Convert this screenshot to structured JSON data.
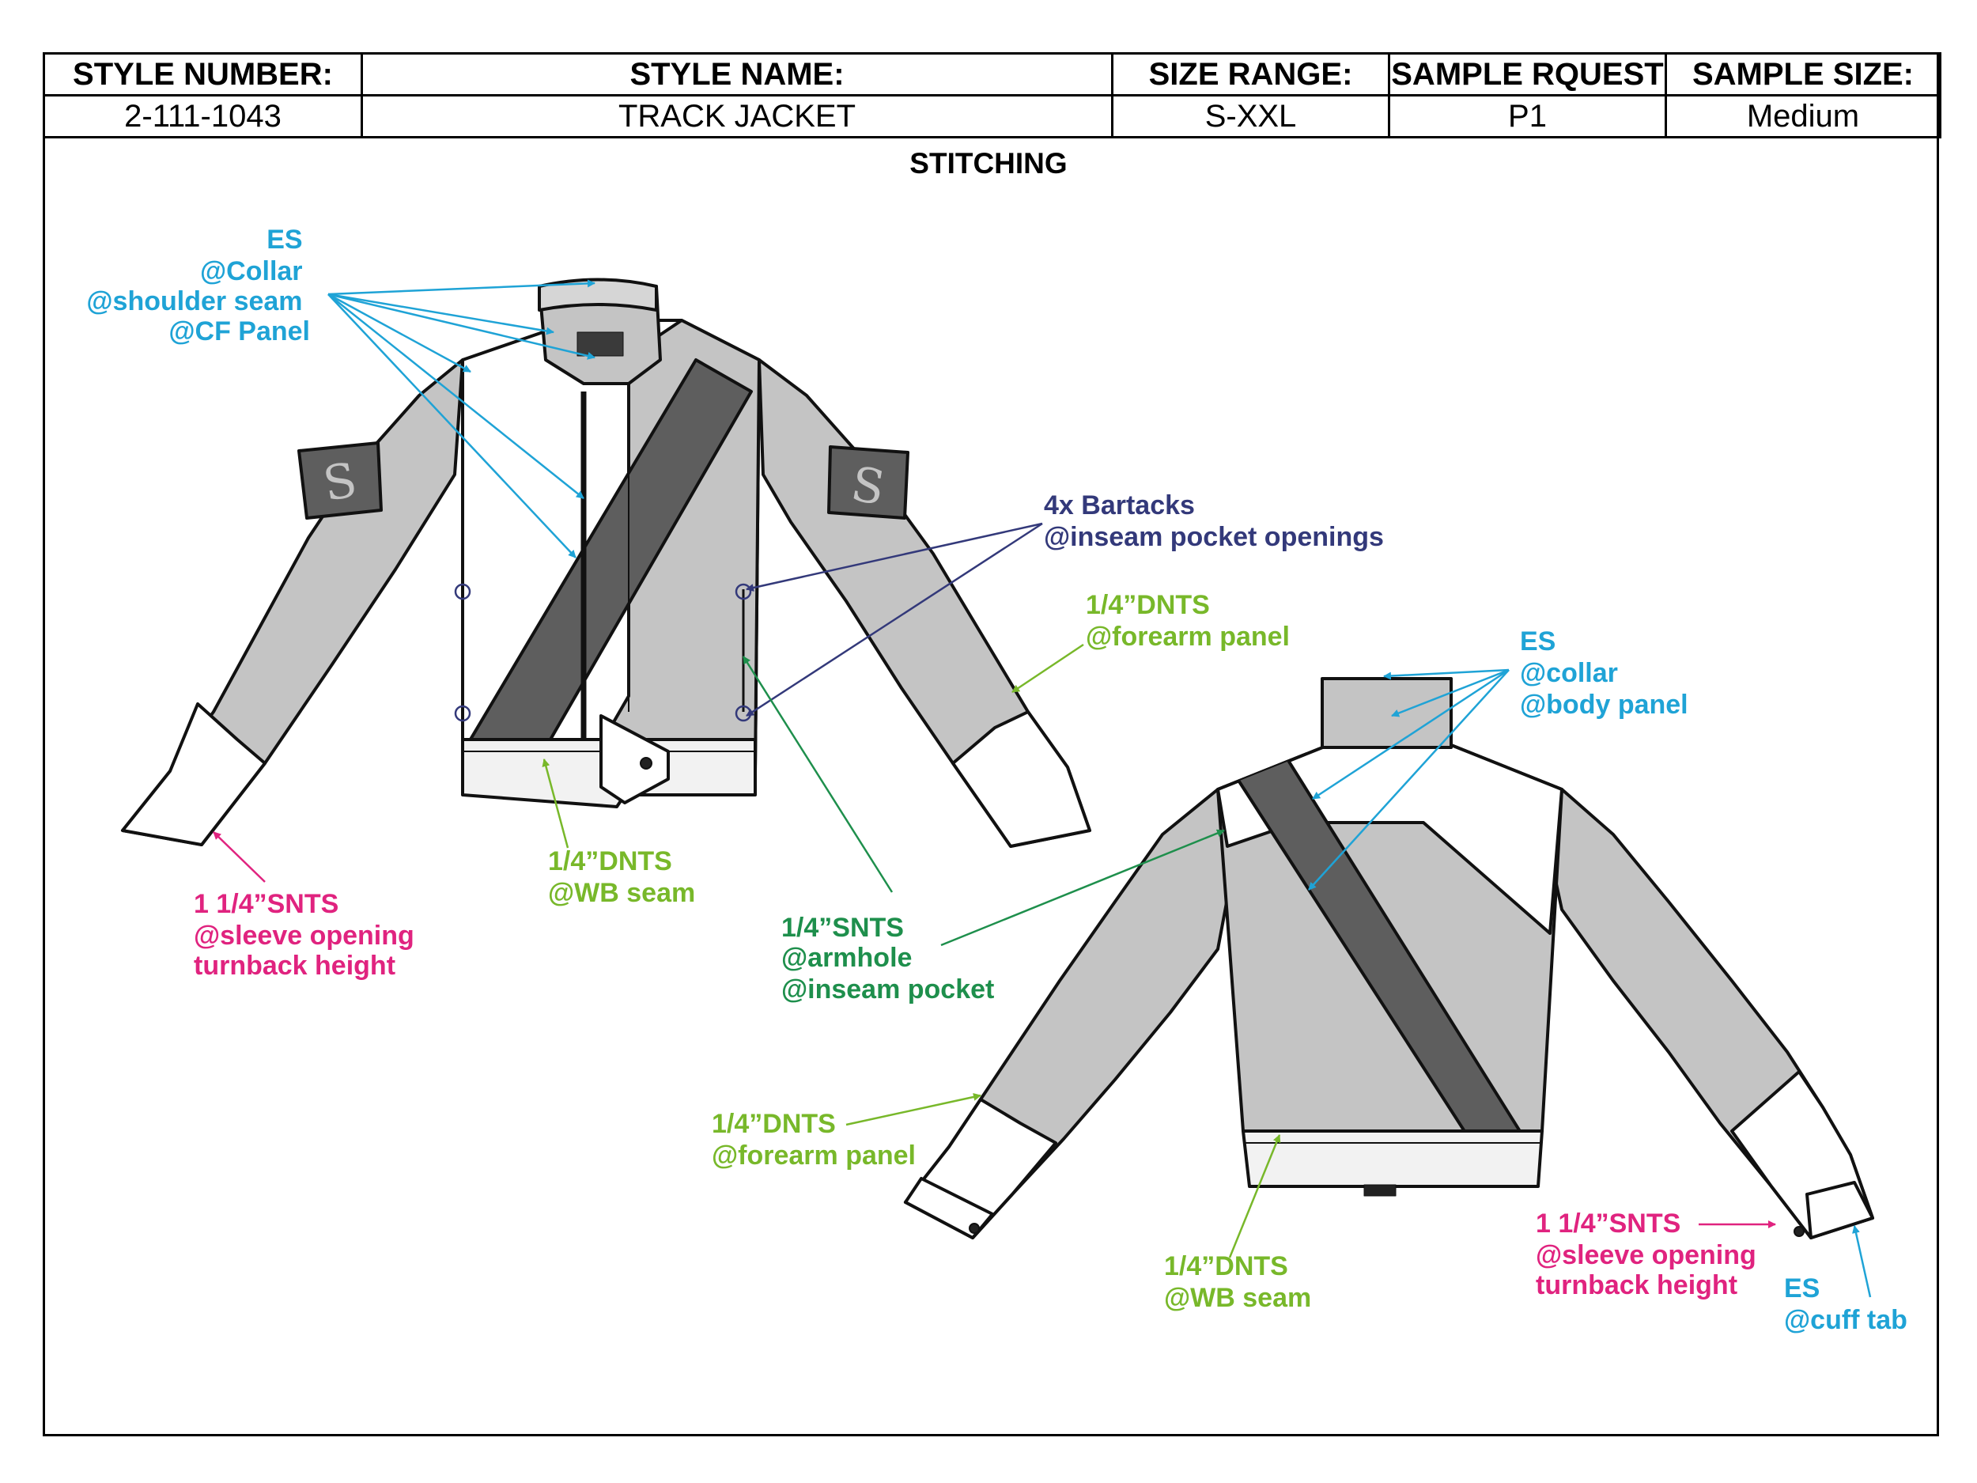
{
  "header": {
    "columns": [
      {
        "label": "STYLE NUMBER:",
        "value": "2-111-1043"
      },
      {
        "label": "STYLE NAME:",
        "value": "TRACK JACKET"
      },
      {
        "label": "SIZE RANGE:",
        "value": "S-XXL"
      },
      {
        "label": "SAMPLE RQUEST",
        "value": "P1"
      },
      {
        "label": "SAMPLE SIZE:",
        "value": "Medium"
      }
    ]
  },
  "section_title": "STITCHING",
  "callouts": {
    "front_es": {
      "lines": [
        "ES",
        "@Collar",
        "@shoulder seam",
        "@CF Panel"
      ],
      "color": "#1fa3d6"
    },
    "bartacks": {
      "lines": [
        "4x Bartacks",
        "@inseam pocket openings"
      ],
      "color": "#33397a"
    },
    "front_forearm": {
      "lines": [
        "1/4”DNTS",
        "@forearm panel"
      ],
      "color": "#78b82a"
    },
    "front_wb": {
      "lines": [
        "1/4”DNTS",
        "@WB seam"
      ],
      "color": "#78b82a"
    },
    "front_sleeve": {
      "lines": [
        "1 1/4”SNTS",
        "@sleeve opening",
        "turnback height"
      ],
      "color": "#e0237f"
    },
    "armhole": {
      "lines": [
        "1/4”SNTS",
        "@armhole",
        "@inseam pocket"
      ],
      "color": "#1e8f4c"
    },
    "back_es": {
      "lines": [
        "ES",
        "@collar",
        "@body panel"
      ],
      "color": "#1fa3d6"
    },
    "back_forearm": {
      "lines": [
        "1/4”DNTS",
        "@forearm panel"
      ],
      "color": "#78b82a"
    },
    "back_wb": {
      "lines": [
        "1/4”DNTS",
        "@WB seam"
      ],
      "color": "#78b82a"
    },
    "back_sleeve": {
      "lines": [
        "1 1/4”SNTS",
        "@sleeve opening",
        "turnback height"
      ],
      "color": "#e0237f"
    },
    "cuff_tab": {
      "lines": [
        "ES",
        "@cuff tab"
      ],
      "color": "#1fa3d6"
    }
  },
  "colors": {
    "body_light": "#ffffff",
    "panel_grey": "#c4c4c4",
    "stripe_dark": "#5e5e5e",
    "outline": "#111111"
  }
}
